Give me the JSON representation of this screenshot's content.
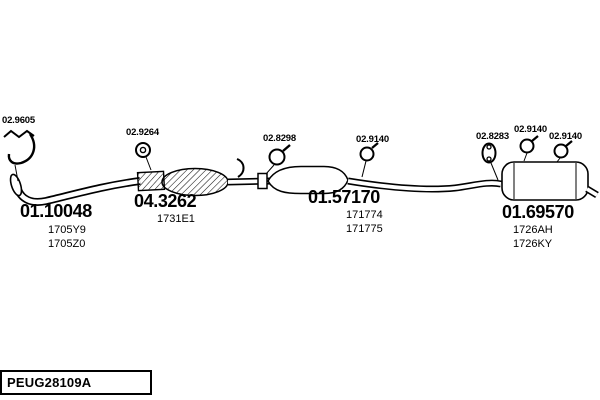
{
  "drawing": {
    "code": "PEUG28109A"
  },
  "labels": {
    "hanger_top_left": "02.9605",
    "ring_clamp": "02.9264",
    "clamp_mid_joint": "02.8298",
    "clamp_mid_pipe": "02.9140",
    "hanger_rear": "02.8283",
    "clamp_rear_1": "02.9140",
    "clamp_rear_2": "02.9140"
  },
  "parts": {
    "front_pipe": {
      "number": "01.10048",
      "refs": [
        "1705Y9",
        "1705Z0"
      ]
    },
    "catalytic_converter": {
      "number": "04.3262",
      "refs": [
        "1731E1"
      ]
    },
    "centre_silencer": {
      "number": "01.57170",
      "refs": [
        "171774",
        "171775"
      ]
    },
    "rear_silencer": {
      "number": "01.69570",
      "refs": [
        "1726AH",
        "1726KY"
      ]
    }
  }
}
